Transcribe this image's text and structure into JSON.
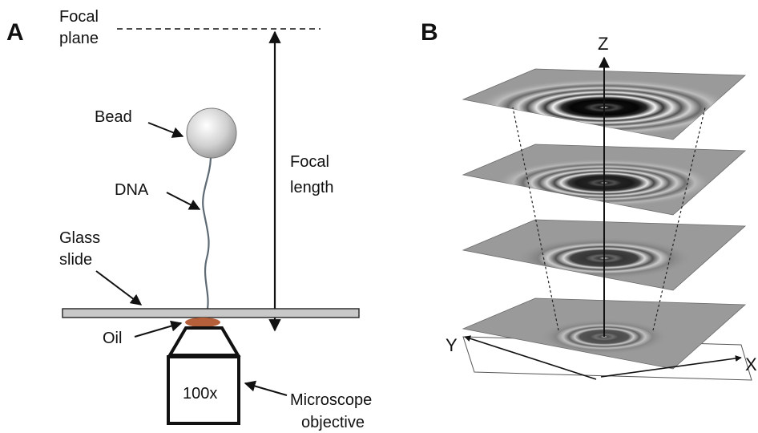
{
  "panel_a": {
    "letter": "A",
    "focal_plane_line1": "Focal",
    "focal_plane_line2": "plane",
    "bead": "Bead",
    "dna": "DNA",
    "glass_line1": "Glass",
    "glass_line2": "slide",
    "oil": "Oil",
    "focal_length_line1": "Focal",
    "focal_length_line2": "length",
    "magnification": "100x",
    "objective_line1": "Microscope",
    "objective_line2": "objective"
  },
  "panel_b": {
    "letter": "B",
    "axis_z": "Z",
    "axis_y": "Y",
    "axis_x": "X",
    "slices": [
      {
        "ring_intensity": 1.0
      },
      {
        "ring_intensity": 0.85
      },
      {
        "ring_intensity": 0.7
      },
      {
        "ring_intensity": 0.55
      }
    ]
  },
  "colors": {
    "oil": "#b5603a",
    "slide": "#c8c8c8",
    "bead": "#d0d0d0",
    "dna": "#5e6a74",
    "slice_bg": "#9a9a9a"
  }
}
